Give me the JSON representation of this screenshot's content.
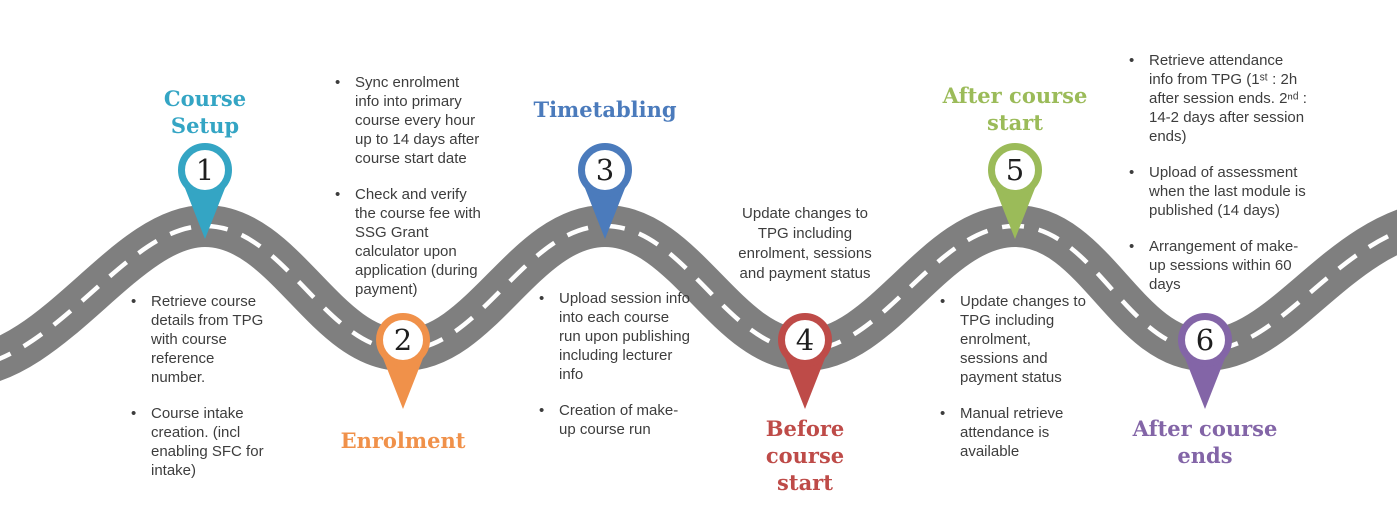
{
  "page": {
    "background": "#FFFFFF"
  },
  "road": {
    "color": "#7F7F7F",
    "lane_line_color": "#FFFFFF"
  },
  "milestones": [
    {
      "id": "course-setup",
      "number": "1",
      "title": "Course Setup",
      "color": "#34A5C4",
      "bullets": [
        "Retrieve course details from TPG with course reference number.",
        "Course intake creation. (incl enabling SFC for intake)"
      ]
    },
    {
      "id": "enrolment",
      "number": "2",
      "title": "Enrolment",
      "color": "#F0914A",
      "bullets": [
        "Sync enrolment info into primary course every hour up to 14 days after course start date",
        "Check and verify the course fee with SSG Grant calculator upon application (during payment)"
      ]
    },
    {
      "id": "timetabling",
      "number": "3",
      "title": "Timetabling",
      "color": "#4B7BBC",
      "bullets": [
        "Upload session info into each course run upon publishing including lecturer info",
        "Creation of make-up course run"
      ]
    },
    {
      "id": "before-course-start",
      "number": "4",
      "title": "Before course start",
      "color": "#BE4B48",
      "note": "Update changes to TPG including enrolment, sessions and payment status",
      "bullets": []
    },
    {
      "id": "after-course-start",
      "number": "5",
      "title": "After course start",
      "color": "#9BBB59",
      "bullets": [
        "Update changes to TPG including enrolment, sessions and payment status",
        "Manual retrieve attendance is available"
      ]
    },
    {
      "id": "after-course-ends",
      "number": "6",
      "title": "After course ends",
      "color": "#8365A7",
      "bullets": [
        "Retrieve attendance info from TPG (1ˢᵗ : 2h after session ends. 2ⁿᵈ : 14-2 days after session ends)",
        "Upload of assessment when the last module is published (14 days)",
        "Arrangement of make-up sessions within 60 days"
      ]
    }
  ]
}
